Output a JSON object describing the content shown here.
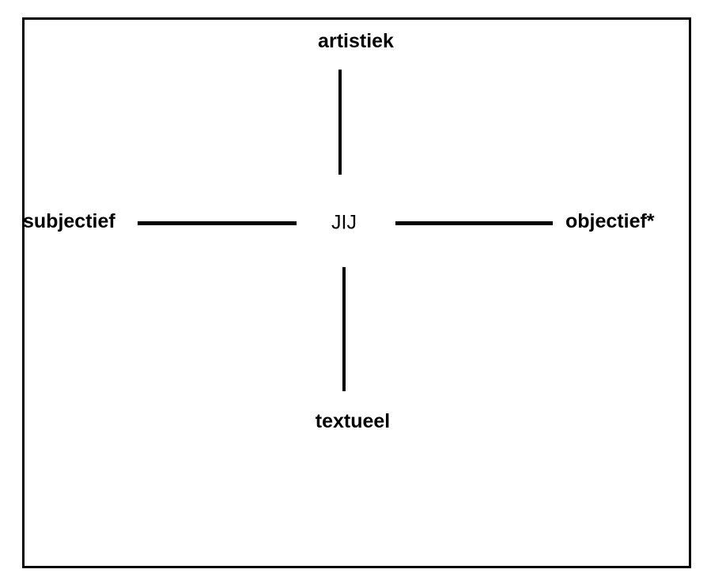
{
  "diagram": {
    "center_label": "JIJ",
    "axes": {
      "top": {
        "label": "artistiek"
      },
      "left": {
        "label": "subjectief"
      },
      "right": {
        "label": "objectief*"
      },
      "bottom": {
        "label": "textueel"
      }
    },
    "colors": {
      "background": "#ffffff",
      "border": "#000000",
      "line": "#000000",
      "text": "#000000"
    }
  }
}
